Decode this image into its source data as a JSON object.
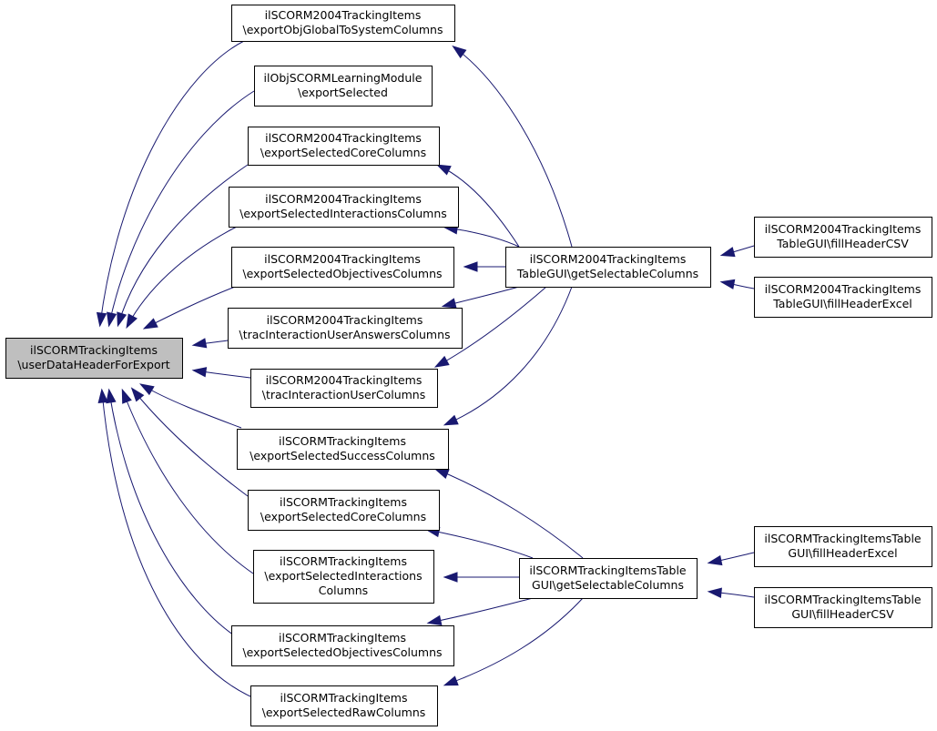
{
  "colors": {
    "edge": "#191970",
    "root_fill": "#bfbfbf",
    "node_fill": "#ffffff",
    "border": "#000000"
  },
  "nodes": [
    {
      "id": "root",
      "lines": [
        "ilSCORMTrackingItems",
        "\\userDataHeaderForExport"
      ]
    },
    {
      "id": "n1",
      "lines": [
        "ilSCORM2004TrackingItems",
        "\\exportObjGlobalToSystemColumns"
      ]
    },
    {
      "id": "n2",
      "lines": [
        "ilObjSCORMLearningModule",
        "\\exportSelected"
      ]
    },
    {
      "id": "n3",
      "lines": [
        "ilSCORM2004TrackingItems",
        "\\exportSelectedCoreColumns"
      ]
    },
    {
      "id": "n4",
      "lines": [
        "ilSCORM2004TrackingItems",
        "\\exportSelectedInteractionsColumns"
      ]
    },
    {
      "id": "n5",
      "lines": [
        "ilSCORM2004TrackingItems",
        "\\exportSelectedObjectivesColumns"
      ]
    },
    {
      "id": "n6",
      "lines": [
        "ilSCORM2004TrackingItems",
        "\\tracInteractionUserAnswersColumns"
      ]
    },
    {
      "id": "n7",
      "lines": [
        "ilSCORM2004TrackingItems",
        "\\tracInteractionUserColumns"
      ]
    },
    {
      "id": "n8",
      "lines": [
        "ilSCORMTrackingItems",
        "\\exportSelectedSuccessColumns"
      ]
    },
    {
      "id": "n9",
      "lines": [
        "ilSCORMTrackingItems",
        "\\exportSelectedCoreColumns"
      ]
    },
    {
      "id": "n10",
      "lines": [
        "ilSCORMTrackingItems",
        "\\exportSelectedInteractions",
        "Columns"
      ]
    },
    {
      "id": "n11",
      "lines": [
        "ilSCORMTrackingItems",
        "\\exportSelectedObjectivesColumns"
      ]
    },
    {
      "id": "n12",
      "lines": [
        "ilSCORMTrackingItems",
        "\\exportSelectedRawColumns"
      ]
    },
    {
      "id": "m1",
      "lines": [
        "ilSCORM2004TrackingItems",
        "TableGUI\\getSelectableColumns"
      ]
    },
    {
      "id": "m2",
      "lines": [
        "ilSCORMTrackingItemsTable",
        "GUI\\getSelectableColumns"
      ]
    },
    {
      "id": "r1",
      "lines": [
        "ilSCORM2004TrackingItems",
        "TableGUI\\fillHeaderCSV"
      ]
    },
    {
      "id": "r2",
      "lines": [
        "ilSCORM2004TrackingItems",
        "TableGUI\\fillHeaderExcel"
      ]
    },
    {
      "id": "r3",
      "lines": [
        "ilSCORMTrackingItemsTable",
        "GUI\\fillHeaderExcel"
      ]
    },
    {
      "id": "r4",
      "lines": [
        "ilSCORMTrackingItemsTable",
        "GUI\\fillHeaderCSV"
      ]
    }
  ],
  "edges": [
    {
      "from": "n1",
      "to": "root"
    },
    {
      "from": "n2",
      "to": "root"
    },
    {
      "from": "n3",
      "to": "root"
    },
    {
      "from": "n4",
      "to": "root"
    },
    {
      "from": "n5",
      "to": "root"
    },
    {
      "from": "n6",
      "to": "root"
    },
    {
      "from": "n7",
      "to": "root"
    },
    {
      "from": "n8",
      "to": "root"
    },
    {
      "from": "n9",
      "to": "root"
    },
    {
      "from": "n10",
      "to": "root"
    },
    {
      "from": "n11",
      "to": "root"
    },
    {
      "from": "n12",
      "to": "root"
    },
    {
      "from": "m1",
      "to": "n1"
    },
    {
      "from": "m1",
      "to": "n3"
    },
    {
      "from": "m1",
      "to": "n4"
    },
    {
      "from": "m1",
      "to": "n5"
    },
    {
      "from": "m1",
      "to": "n6"
    },
    {
      "from": "m1",
      "to": "n7"
    },
    {
      "from": "m1",
      "to": "n8"
    },
    {
      "from": "m2",
      "to": "n8"
    },
    {
      "from": "m2",
      "to": "n9"
    },
    {
      "from": "m2",
      "to": "n10"
    },
    {
      "from": "m2",
      "to": "n11"
    },
    {
      "from": "m2",
      "to": "n12"
    },
    {
      "from": "r1",
      "to": "m1"
    },
    {
      "from": "r2",
      "to": "m1"
    },
    {
      "from": "r3",
      "to": "m2"
    },
    {
      "from": "r4",
      "to": "m2"
    }
  ]
}
